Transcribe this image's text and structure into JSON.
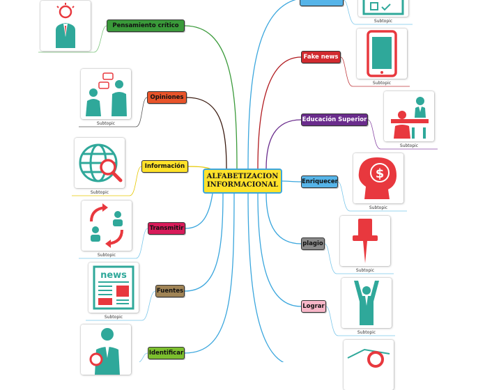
{
  "central": {
    "line1": "ALFABETIZACION",
    "line2": "INFORMACIONAL"
  },
  "branches": {
    "pensamiento": "Pensamiento crítico",
    "opiniones": "Opiniones",
    "informacion": "Información",
    "transmitir": "Transmitir",
    "fuentes": "Fuentes",
    "identificar": "Identificar",
    "fake_news": "Fake news",
    "educacion": "Educación Superior",
    "enriquecer": "Enriquecer",
    "plagio": "plagio",
    "lograr": "Lograr"
  },
  "subtopic_label": "Subtopic",
  "icons": {
    "news_word": "news",
    "dollar_sign": "$"
  },
  "colors": {
    "pensamiento": "#3a9a3a",
    "opiniones": "#e8542a",
    "informacion": "#ffe22a",
    "transmitir": "#d81b5a",
    "fuentes": "#a08456",
    "identificar": "#7cbf2e",
    "fake_news": "#d12a2f",
    "educacion": "#6a2c8c",
    "enriquecer": "#56b4e8",
    "plagio": "#8a8a8a",
    "lograr": "#f7b6c8",
    "teal": "#2fa89a",
    "red": "#e8383e"
  }
}
